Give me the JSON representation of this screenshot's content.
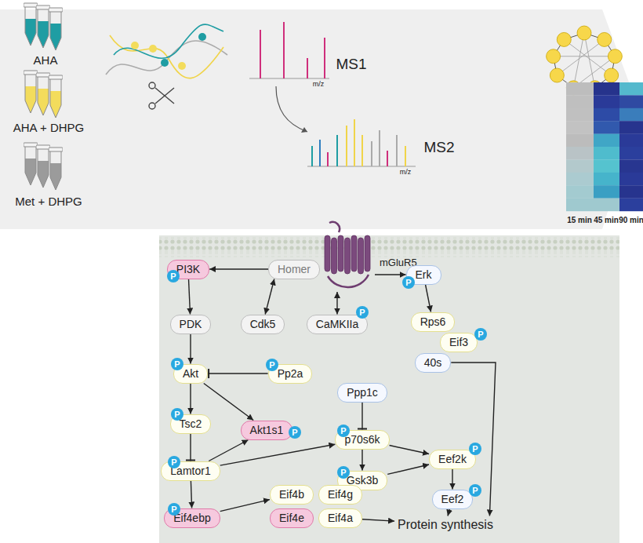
{
  "diagram": {
    "nodes": [
      {
        "text": [
          "mGluR5"
        ]
      },
      {
        "text": [
          "PI3K"
        ]
      },
      {
        "text": [
          "Homer"
        ]
      },
      {
        "text": [
          "Erk"
        ]
      },
      {
        "text": [
          "PDK"
        ]
      },
      {
        "text": [
          "Cdk5"
        ]
      },
      {
        "text": [
          "CaMKIIa"
        ]
      },
      {
        "text": [
          "Rps6"
        ]
      },
      {
        "text": [
          "Eif3"
        ]
      },
      {
        "text": [
          "40s"
        ]
      },
      {
        "text": [
          "Akt"
        ]
      },
      {
        "text": [
          "Pp2a"
        ]
      },
      {
        "text": [
          "Tsc2"
        ]
      },
      {
        "text": [
          "Akt1s1"
        ]
      },
      {
        "text": [
          "Ppp1c"
        ]
      },
      {
        "text": [
          "Lamtor1"
        ]
      },
      {
        "text": [
          "p70s6k"
        ]
      },
      {
        "text": [
          "Eef2k"
        ]
      },
      {
        "text": [
          "Gsk3b"
        ]
      },
      {
        "text": [
          "Eef2"
        ]
      },
      {
        "text": [
          "Eif4ebp"
        ]
      },
      {
        "text": [
          "Eif4b"
        ]
      },
      {
        "text": [
          "Eif4g"
        ]
      },
      {
        "text": [
          "Eif4e"
        ]
      },
      {
        "text": [
          "Eif4a"
        ]
      },
      {
        "text": [
          "Protein synthesis"
        ]
      }
    ],
    "edges": [
      {
        "from": 2,
        "to": 1,
        "arrow": "to"
      },
      {
        "from": 0,
        "to": 3,
        "arrow": "to"
      },
      {
        "from": 2,
        "to": 5,
        "arrow": "both"
      },
      {
        "from": 0,
        "to": 6,
        "arrow": "both"
      },
      {
        "from": 1,
        "to": 4,
        "arrow": "to"
      },
      {
        "from": 4,
        "to": 10,
        "arrow": "to"
      },
      {
        "from": 11,
        "to": 10,
        "arrow": "to"
      },
      {
        "from": 10,
        "to": 12,
        "arrow": "to"
      },
      {
        "from": 10,
        "to": 13,
        "arrow": "to"
      },
      {
        "from": 12,
        "to": 15,
        "arrow": "to"
      },
      {
        "from": 15,
        "to": 13,
        "arrow": "to"
      },
      {
        "from": 15,
        "to": 20,
        "arrow": "to"
      },
      {
        "from": 15,
        "to": 16,
        "arrow": "to"
      },
      {
        "from": 14,
        "to": 16,
        "arrow": "to"
      },
      {
        "from": 16,
        "to": 18,
        "arrow": "to"
      },
      {
        "from": 16,
        "to": 17,
        "arrow": "to"
      },
      {
        "from": 18,
        "to": 17,
        "arrow": "to"
      },
      {
        "from": 17,
        "to": 19,
        "arrow": "to"
      },
      {
        "from": 19,
        "to": 25,
        "arrow": "to"
      },
      {
        "from": 3,
        "to": 7,
        "arrow": "to"
      },
      {
        "from": 9,
        "to": 25,
        "arrow": "to"
      },
      {
        "from": 20,
        "to": 21,
        "arrow": "to"
      },
      {
        "from": 24,
        "to": 25,
        "arrow": "to"
      }
    ],
    "labels": [
      "AHA",
      "AHA + DHPG",
      "Met + DHPG",
      "MS1",
      "m/z",
      "MS2",
      "m/z",
      "15 min",
      "45 min",
      "90 min",
      "P",
      "P",
      "P",
      "P",
      "P",
      "P",
      "P",
      "P",
      "P",
      "P",
      "P",
      "P",
      "P",
      "P"
    ]
  }
}
